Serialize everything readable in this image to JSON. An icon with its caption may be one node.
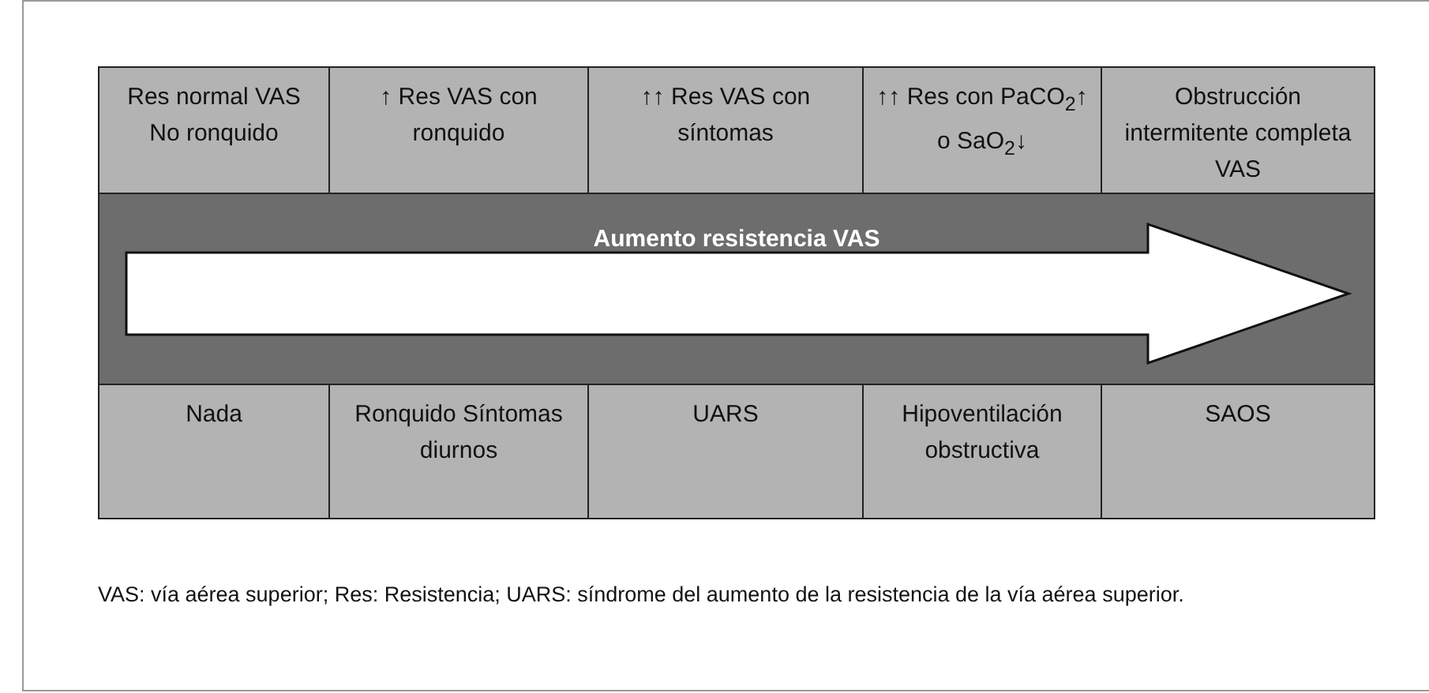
{
  "diagram": {
    "caption": "VAS: vía aérea superior; Res: Resistencia; UARS: síndrome del aumento de la resistencia de la vía aérea superior.",
    "nodes": [
      {
        "text": [
          "Res normal VAS No ronquido"
        ]
      },
      {
        "text": [
          "↑ Res VAS con ronquido"
        ]
      },
      {
        "text": [
          "↑↑ Res VAS con síntomas"
        ]
      },
      {
        "text": [
          "↑↑ Res con PaCO$_{2}$↑ o SaO$_{2}$↓"
        ]
      },
      {
        "text": [
          "Obstrucción intermitente completa VAS"
        ]
      },
      {
        "text": [
          "Aumento resistencia VAS"
        ]
      },
      {
        "text": [
          "Nada"
        ]
      },
      {
        "text": [
          "Ronquido Síntomas diurnos"
        ]
      },
      {
        "text": [
          "UARS"
        ]
      },
      {
        "text": [
          "Hipoventilación obstructiva"
        ]
      },
      {
        "text": [
          "SAOS"
        ]
      }
    ]
  }
}
